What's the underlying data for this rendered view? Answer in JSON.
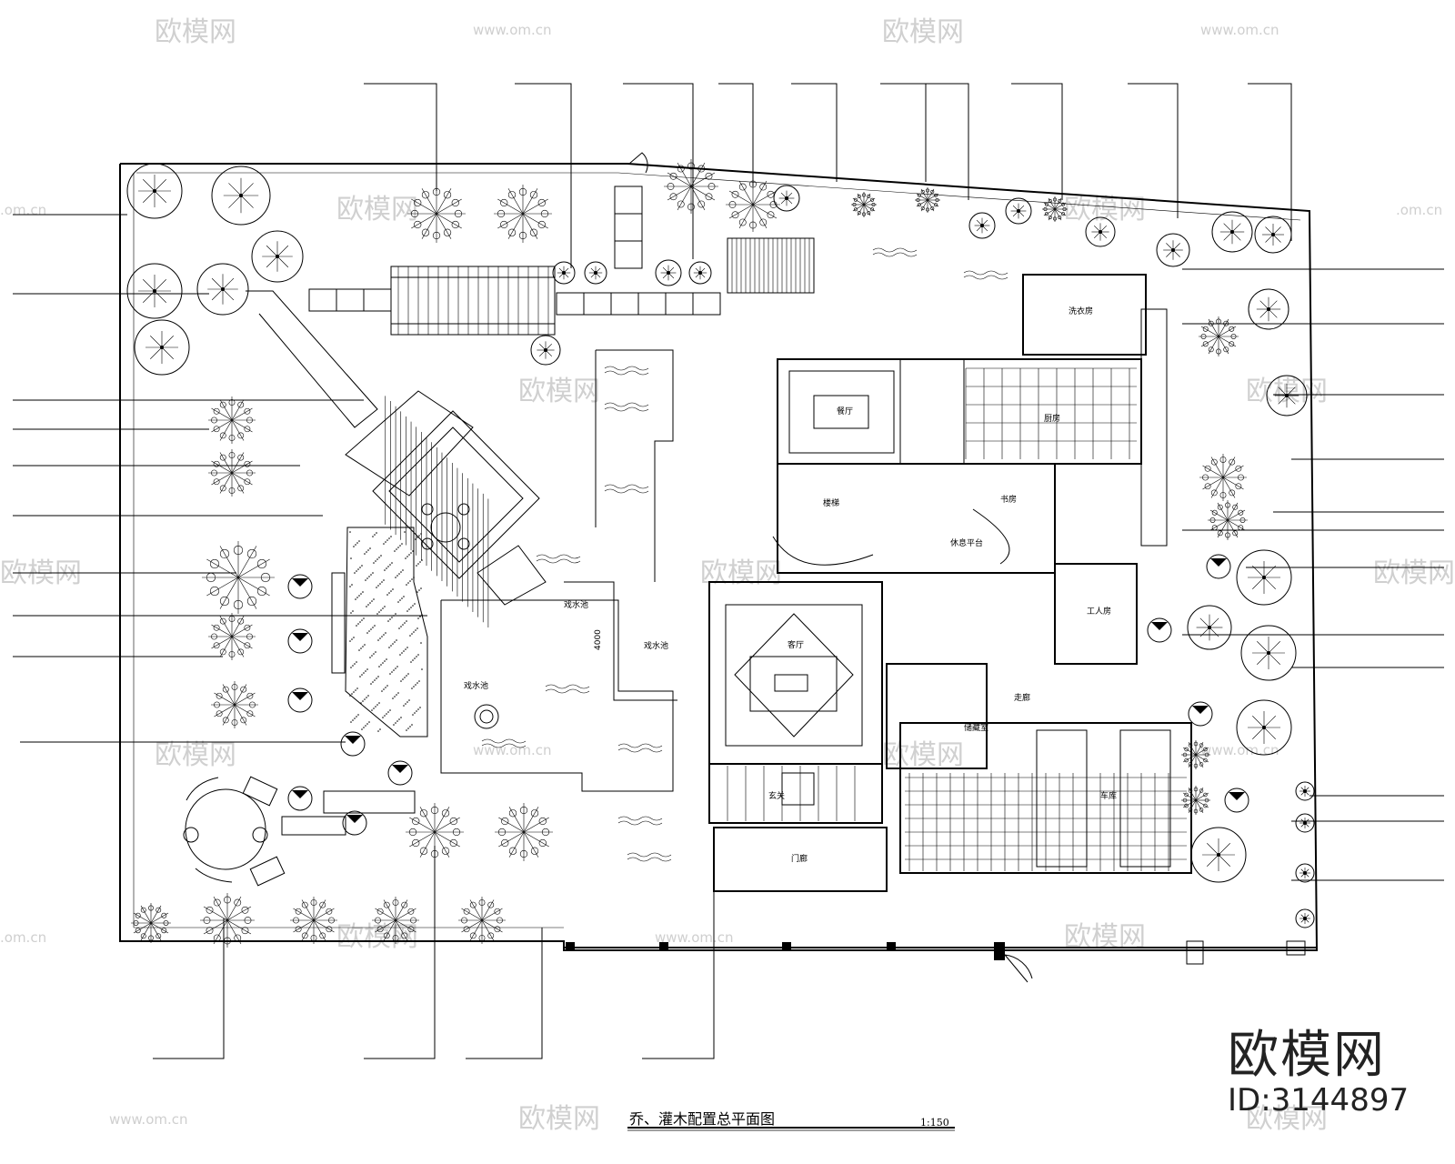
{
  "watermark": {
    "logo_text": "欧模网",
    "site_text": "www.om.cn",
    "edge_text": ".om.cn"
  },
  "branding": {
    "logo": "欧模网",
    "asset_id": "ID:3144897"
  },
  "drawing": {
    "title": "乔、灌木配置总平面图",
    "scale": "1:150",
    "dimension": "4000"
  },
  "rooms": {
    "dining": "餐厅",
    "kitchen": "厨房",
    "living": "客厅",
    "garage": "车库",
    "laundry": "洗衣房",
    "servant": "工人房",
    "entry": "门廊",
    "foyer": "玄关",
    "stair": "楼梯",
    "study": "书房",
    "pool_a": "戏水池",
    "pool_b": "戏水池",
    "pool_c": "戏水池",
    "cellar": "储藏室",
    "stair_landing": "休息平台",
    "corridor": "走廊"
  },
  "colors": {
    "line": "#000000",
    "watermark": "#d0d0d0",
    "background": "#ffffff"
  }
}
